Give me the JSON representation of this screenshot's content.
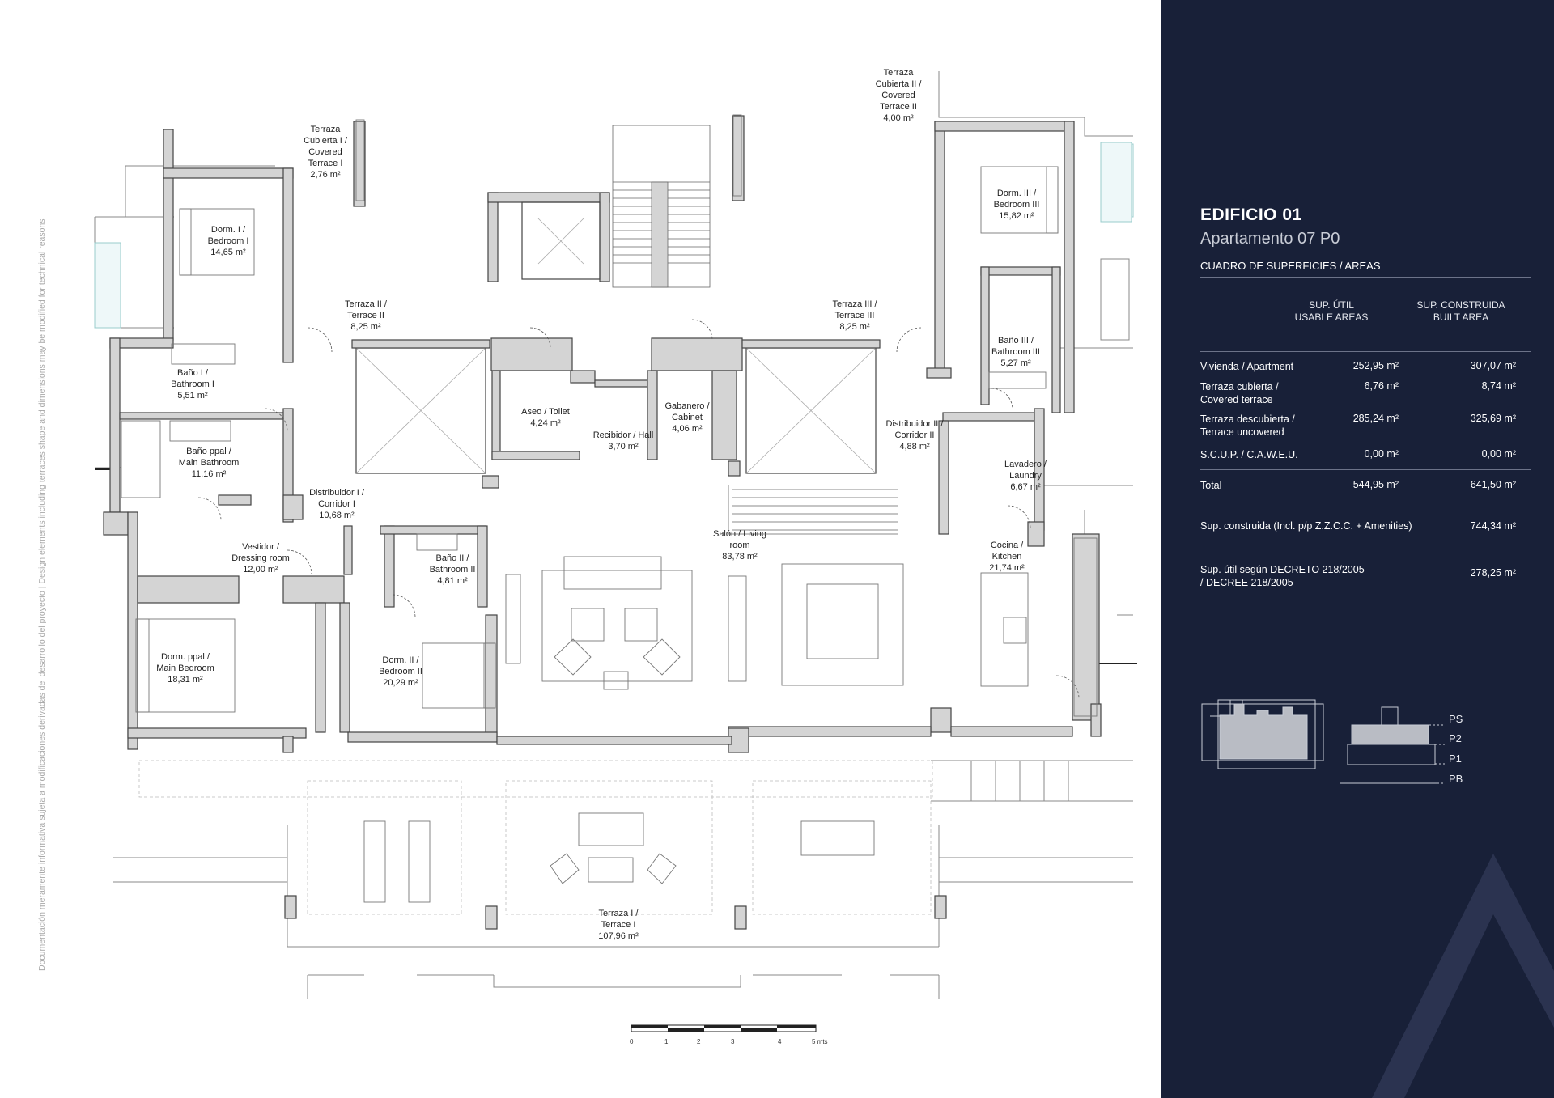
{
  "disclaimer": "Documentación meramente informativa sujeta a modificaciones derivadas del desarrollo del proyecto | Design elements including terraces shape and dimensions may be modified for technical reasons",
  "rooms": [
    {
      "id": "terraza-cubierta-i",
      "lines": [
        "Terraza",
        "Cubierta I /",
        "Covered",
        "Terrace I",
        "2,76 m²"
      ]
    },
    {
      "id": "terraza-cubierta-ii",
      "lines": [
        "Terraza",
        "Cubierta II /",
        "Covered",
        "Terrace II",
        "4,00 m²"
      ]
    },
    {
      "id": "dorm-i",
      "lines": [
        "Dorm. I /",
        "Bedroom I",
        "14,65 m²"
      ]
    },
    {
      "id": "terraza-ii",
      "lines": [
        "Terraza II /",
        "Terrace II",
        "8,25 m²"
      ]
    },
    {
      "id": "terraza-iii",
      "lines": [
        "Terraza III /",
        "Terrace III",
        "8,25 m²"
      ]
    },
    {
      "id": "dorm-iii",
      "lines": [
        "Dorm. III /",
        "Bedroom III",
        "15,82 m²"
      ]
    },
    {
      "id": "bano-i",
      "lines": [
        "Baño I /",
        "Bathroom I",
        "5,51 m²"
      ]
    },
    {
      "id": "aseo",
      "lines": [
        "Aseo / Toilet",
        "4,24 m²"
      ]
    },
    {
      "id": "gabanero",
      "lines": [
        "Gabanero /",
        "Cabinet",
        "4,06 m²"
      ]
    },
    {
      "id": "recibidor",
      "lines": [
        "Recibidor / Hall",
        "3,70 m²"
      ]
    },
    {
      "id": "bano-iii",
      "lines": [
        "Baño III /",
        "Bathroom III",
        "5,27 m²"
      ]
    },
    {
      "id": "bano-ppal",
      "lines": [
        "Baño ppal /",
        "Main Bathroom",
        "11,16 m²"
      ]
    },
    {
      "id": "distribuidor-ii",
      "lines": [
        "Distribuidor II /",
        "Corridor II",
        "4,88 m²"
      ]
    },
    {
      "id": "distribuidor-i",
      "lines": [
        "Distribuidor I /",
        "Corridor I",
        "10,68 m²"
      ]
    },
    {
      "id": "lavadero",
      "lines": [
        "Lavadero /",
        "Laundry",
        "6,67 m²"
      ]
    },
    {
      "id": "vestidor",
      "lines": [
        "Vestidor /",
        "Dressing room",
        "12,00 m²"
      ]
    },
    {
      "id": "bano-ii",
      "lines": [
        "Baño II /",
        "Bathroom II",
        "4,81 m²"
      ]
    },
    {
      "id": "salon",
      "lines": [
        "Salón / Living",
        "room",
        "83,78 m²"
      ]
    },
    {
      "id": "cocina",
      "lines": [
        "Cocina /",
        "Kitchen",
        "21,74 m²"
      ]
    },
    {
      "id": "dorm-ppal",
      "lines": [
        "Dorm. ppal /",
        "Main Bedroom",
        "18,31 m²"
      ]
    },
    {
      "id": "dorm-ii",
      "lines": [
        "Dorm. II /",
        "Bedroom II",
        "20,29 m²"
      ]
    },
    {
      "id": "terraza-i",
      "lines": [
        "Terraza I /",
        "Terrace I",
        "107,96 m²"
      ]
    }
  ],
  "scale": {
    "ticks": [
      "0",
      "1",
      "2",
      "3",
      "4",
      "5 mts"
    ]
  },
  "panel": {
    "building": "EDIFICIO 01",
    "apartment": "Apartamento 07 P0",
    "caption": "CUADRO DE SUPERFICIES / AREAS",
    "col_usable": [
      "SUP. ÚTIL",
      "USABLE AREAS"
    ],
    "col_built": [
      "SUP. CONSTRUIDA",
      "BUILT AREA"
    ],
    "rows": [
      {
        "label": [
          "Vivienda / Apartment"
        ],
        "usable": "252,95 m²",
        "built": "307,07 m²"
      },
      {
        "label": [
          "Terraza cubierta /",
          "Covered terrace"
        ],
        "usable": "6,76 m²",
        "built": "8,74 m²"
      },
      {
        "label": [
          "Terraza descubierta /",
          "Terrace uncovered"
        ],
        "usable": "285,24 m²",
        "built": "325,69 m²"
      },
      {
        "label": [
          "S.C.U.P. / C.A.W.E.U."
        ],
        "usable": "0,00 m²",
        "built": "0,00 m²"
      }
    ],
    "total": {
      "label": "Total",
      "usable": "544,95 m²",
      "built": "641,50 m²"
    },
    "sup_construida": {
      "label": "Sup. construida (Incl. p/p Z.Z.C.C. + Amenities)",
      "value": "744,34 m²"
    },
    "sup_util": {
      "label": [
        "Sup. útil según DECRETO 218/2005",
        "/ DECREE 218/2005"
      ],
      "value": "278,25 m²"
    },
    "floors": [
      "PS",
      "P2",
      "P1",
      "PB"
    ]
  },
  "colors": {
    "panel_bg": "#182038",
    "wall_fill": "#d4d4d4",
    "wall_stroke": "#444444"
  }
}
